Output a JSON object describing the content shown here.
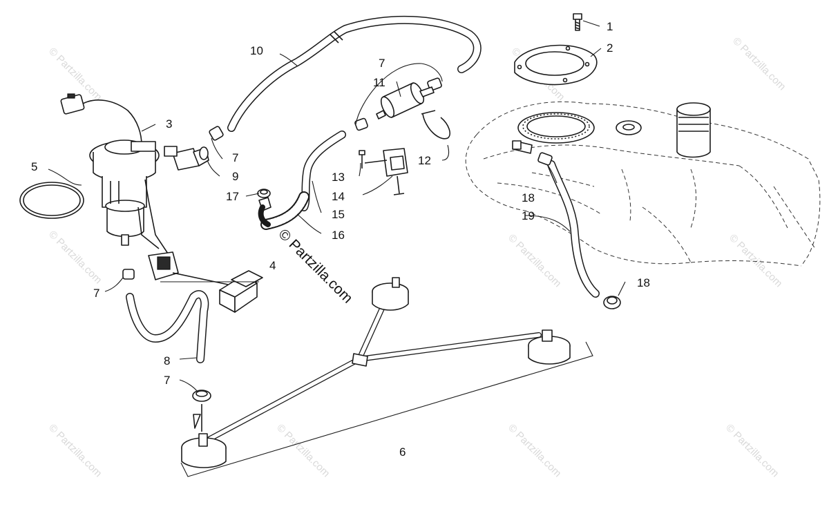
{
  "watermark": {
    "main_text": "© Partzilla.com",
    "tile_text": "© Partzilla.com"
  },
  "callouts": {
    "c1": "1",
    "c2": "2",
    "c3": "3",
    "c4": "4",
    "c5": "5",
    "c6": "6",
    "c7a": "7",
    "c7b": "7",
    "c7c": "7",
    "c7d": "7",
    "c8": "8",
    "c9": "9",
    "c10": "10",
    "c11": "11",
    "c12": "12",
    "c13": "13",
    "c14": "14",
    "c15": "15",
    "c16": "16",
    "c17": "17",
    "c18a": "18",
    "c18b": "18",
    "c19": "19"
  },
  "colors": {
    "line": "#1a1a1a",
    "watermark": "#d9d9d9",
    "background": "#ffffff"
  }
}
